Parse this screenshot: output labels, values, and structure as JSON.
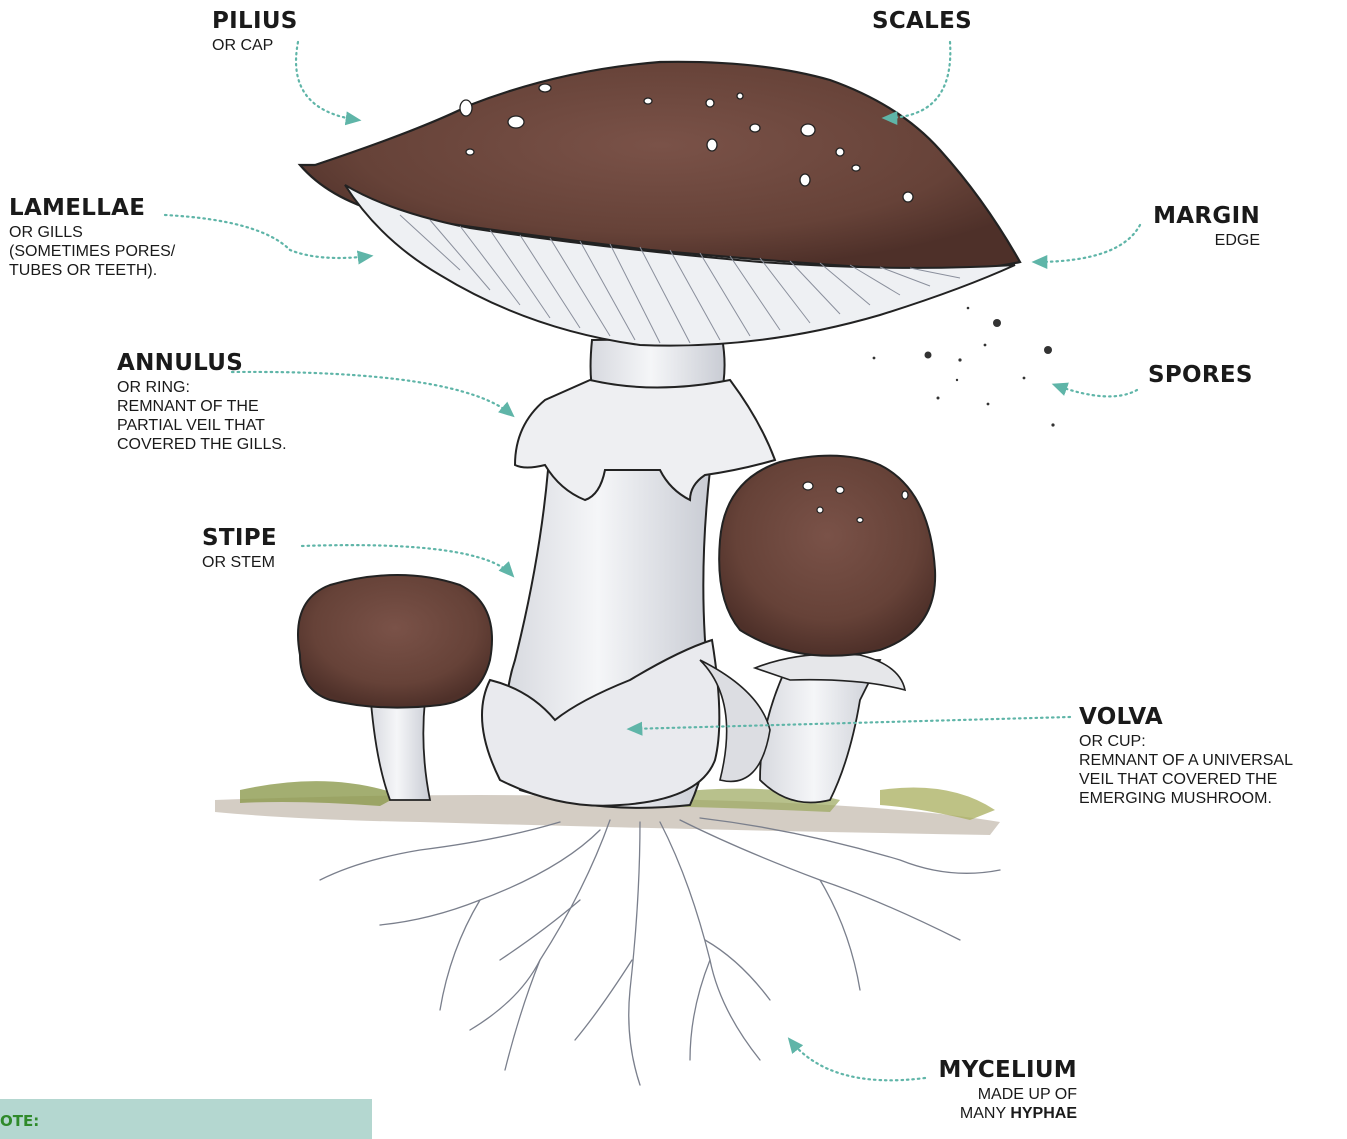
{
  "labels": {
    "pilius": {
      "title": "PILIUS",
      "sub": "OR CAP"
    },
    "scales": {
      "title": "SCALES"
    },
    "lamellae": {
      "title": "LAMELLAE",
      "sub": [
        "OR GILLS",
        "(SOMETIMES PORES/",
        "TUBES OR TEETH)."
      ]
    },
    "margin": {
      "title": "MARGIN",
      "sub": "EDGE"
    },
    "annulus": {
      "title": "ANNULUS",
      "sub": [
        "OR RING:",
        "REMNANT OF THE",
        "PARTIAL VEIL THAT",
        "COVERED THE GILLS."
      ]
    },
    "spores": {
      "title": "SPORES"
    },
    "stipe": {
      "title": "STIPE",
      "sub": "OR STEM"
    },
    "volva": {
      "title": "VOLVA",
      "sub": [
        "OR CUP:",
        "REMNANT OF A UNIVERSAL",
        "VEIL THAT COVERED THE",
        "EMERGING MUSHROOM."
      ]
    },
    "mycelium": {
      "title": "MYCELIUM",
      "sub": [
        "MADE UP OF",
        "MANY",
        "HYPHAE"
      ]
    }
  },
  "note": {
    "title": "OTE:"
  },
  "colors": {
    "arrow": "#5fb5a8",
    "cap": "#6e4a40",
    "stem": "#ecedf0",
    "grass": "#8c9a4e",
    "note_bg": "#b4d7d0",
    "note_title": "#2f8a2a"
  }
}
